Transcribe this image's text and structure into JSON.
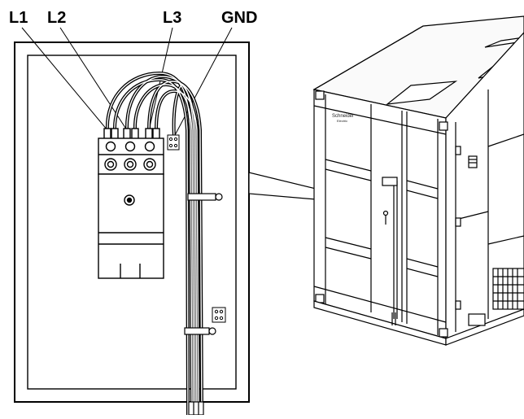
{
  "labels": {
    "l1": "L1",
    "l2": "L2",
    "l3": "L3",
    "gnd": "GND"
  },
  "container": {
    "brand_line1": "Schneider",
    "brand_line2": "Electric"
  },
  "colors": {
    "line": "#000000",
    "background": "#ffffff",
    "panel_grey": "#e6e6e6"
  }
}
